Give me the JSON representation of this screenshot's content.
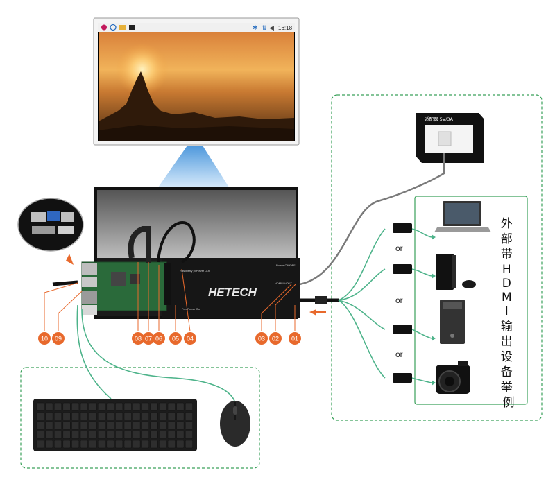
{
  "monitor": {
    "taskbar_time": "16:18",
    "taskbar_icons": [
      "raspberry-icon",
      "globe-icon",
      "folder-icon",
      "terminal-icon",
      "bluetooth-icon",
      "network-icon",
      "volume-icon"
    ]
  },
  "board": {
    "brand": "HETECH",
    "labels": {
      "raspberry_power": "Raspberry pi Power Out",
      "fan_power": "Fan Power Out",
      "power_on_off": "Power ON/OFF",
      "hdmi_in": "HDMI IN/OUT"
    },
    "callouts": [
      "10",
      "09",
      "08",
      "07",
      "06",
      "05",
      "04",
      "03",
      "02",
      "01"
    ]
  },
  "adapter": {
    "label": "适配器 5V/3A"
  },
  "hdmi_devices": {
    "title": "外部带HDMI输出设备举例",
    "separators": [
      "or",
      "or",
      "or"
    ],
    "devices": [
      "laptop-icon",
      "game-console-icon",
      "desktop-tower-icon",
      "camera-icon"
    ]
  },
  "peripherals": [
    "keyboard-icon",
    "mouse-icon"
  ],
  "colors": {
    "callout": "#e8692c",
    "cable_green": "#4db38a",
    "dashed_border": "#3aa15a",
    "projection_blue": "#3b8fd8"
  }
}
